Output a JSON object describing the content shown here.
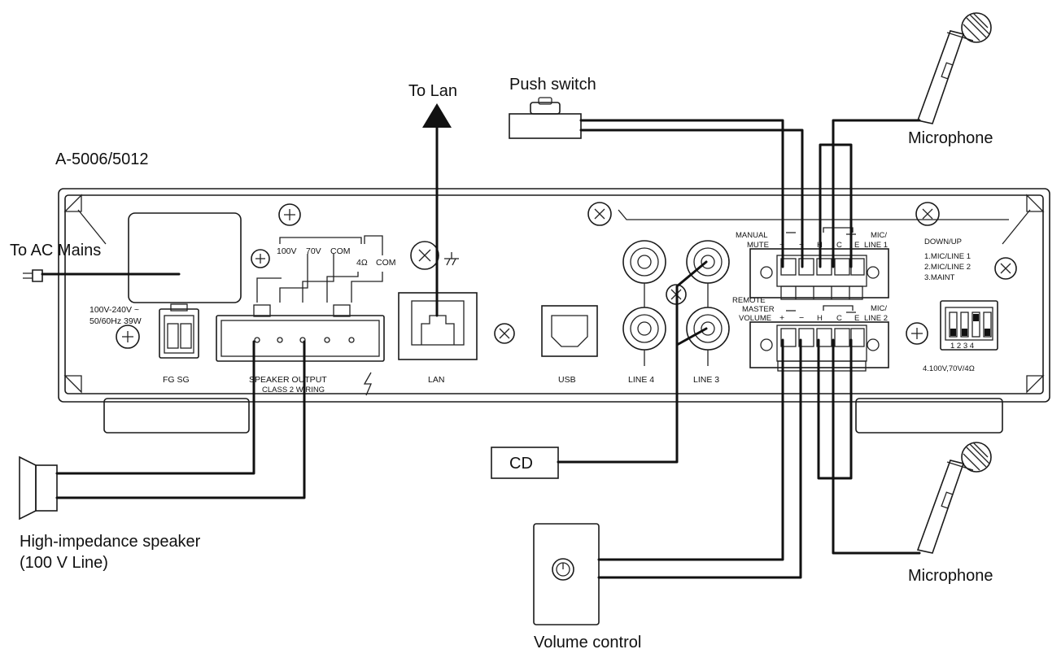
{
  "model": "A-5006/5012",
  "external": {
    "to_lan": "To Lan",
    "push_switch": "Push switch",
    "microphone_top": "Microphone",
    "microphone_bottom": "Microphone",
    "to_ac_mains": "To AC Mains",
    "cd": "CD",
    "speaker_line1": "High-impedance speaker",
    "speaker_line2": "(100 V Line)",
    "volume_control": "Volume control"
  },
  "panel": {
    "power_rating_1": "100V-240V ~",
    "power_rating_2": "50/60Hz  39W",
    "fg_sg": "FG SG",
    "spk_tap_100v": "100V",
    "spk_tap_70v": "70V",
    "spk_tap_com": "COM",
    "spk_tap_4ohm": "4Ω",
    "spk_tap_com2": "COM",
    "speaker_output": "SPEAKER OUTPUT",
    "class2_wiring": "CLASS 2 WIRING",
    "lan": "LAN",
    "usb": "USB",
    "line4": "LINE 4",
    "line3": "LINE 3",
    "manual": "MANUAL",
    "mute": "MUTE",
    "plus1": "+",
    "minus1": "−",
    "h1": "H",
    "c1": "C",
    "e1": "E",
    "mic_line1_a": "MIC/",
    "mic_line1_b": "LINE 1",
    "remote": "REMOTE",
    "master": "MASTER",
    "volume": "VOLUME",
    "plus2": "+",
    "minus2": "−",
    "h2": "H",
    "c2": "C",
    "e2": "E",
    "mic_line2_a": "MIC/",
    "mic_line2_b": "LINE 2",
    "down_up": "DOWN/UP",
    "opt1": "1.MIC/LINE 1",
    "opt2": "2.MIC/LINE 2",
    "opt3": "3.MAINT",
    "dip_nums": "1 2 3 4",
    "dip_note": "4.100V,70V/4Ω"
  }
}
